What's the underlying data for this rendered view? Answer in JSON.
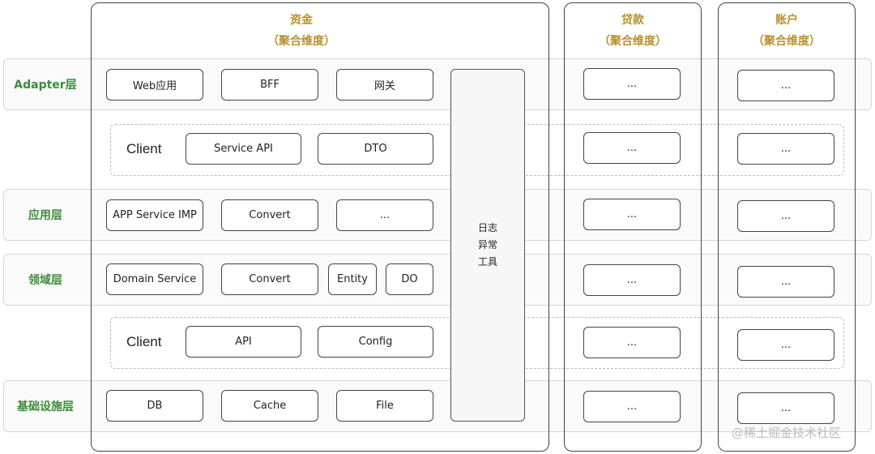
{
  "panels": {
    "funds": {
      "title": "资金",
      "subtitle": "（聚合维度）"
    },
    "loan": {
      "title": "贷款",
      "subtitle": "（聚合维度）"
    },
    "account": {
      "title": "账户",
      "subtitle": "（聚合维度）"
    }
  },
  "layers": {
    "adapter": "Adapter层",
    "application": "应用层",
    "domain": "领域层",
    "infrastructure": "基础设施层"
  },
  "funds": {
    "adapter": [
      "Web应用",
      "BFF",
      "网关"
    ],
    "client1": {
      "label": "Client",
      "items": [
        "Service API",
        "DTO"
      ]
    },
    "application": [
      "APP Service IMP",
      "Convert",
      "..."
    ],
    "domain": [
      "Domain Service",
      "Convert",
      "Entity",
      "DO"
    ],
    "client2": {
      "label": "Client",
      "items": [
        "API",
        "Config"
      ]
    },
    "infrastructure": [
      "DB",
      "Cache",
      "File"
    ],
    "tools": [
      "日志",
      "异常",
      "工具"
    ]
  },
  "loan": {
    "rows": [
      "...",
      "...",
      "...",
      "...",
      "...",
      "..."
    ]
  },
  "account": {
    "rows": [
      "...",
      "...",
      "...",
      "...",
      "...",
      "..."
    ]
  },
  "watermark": "@稀土掘金技术社区"
}
